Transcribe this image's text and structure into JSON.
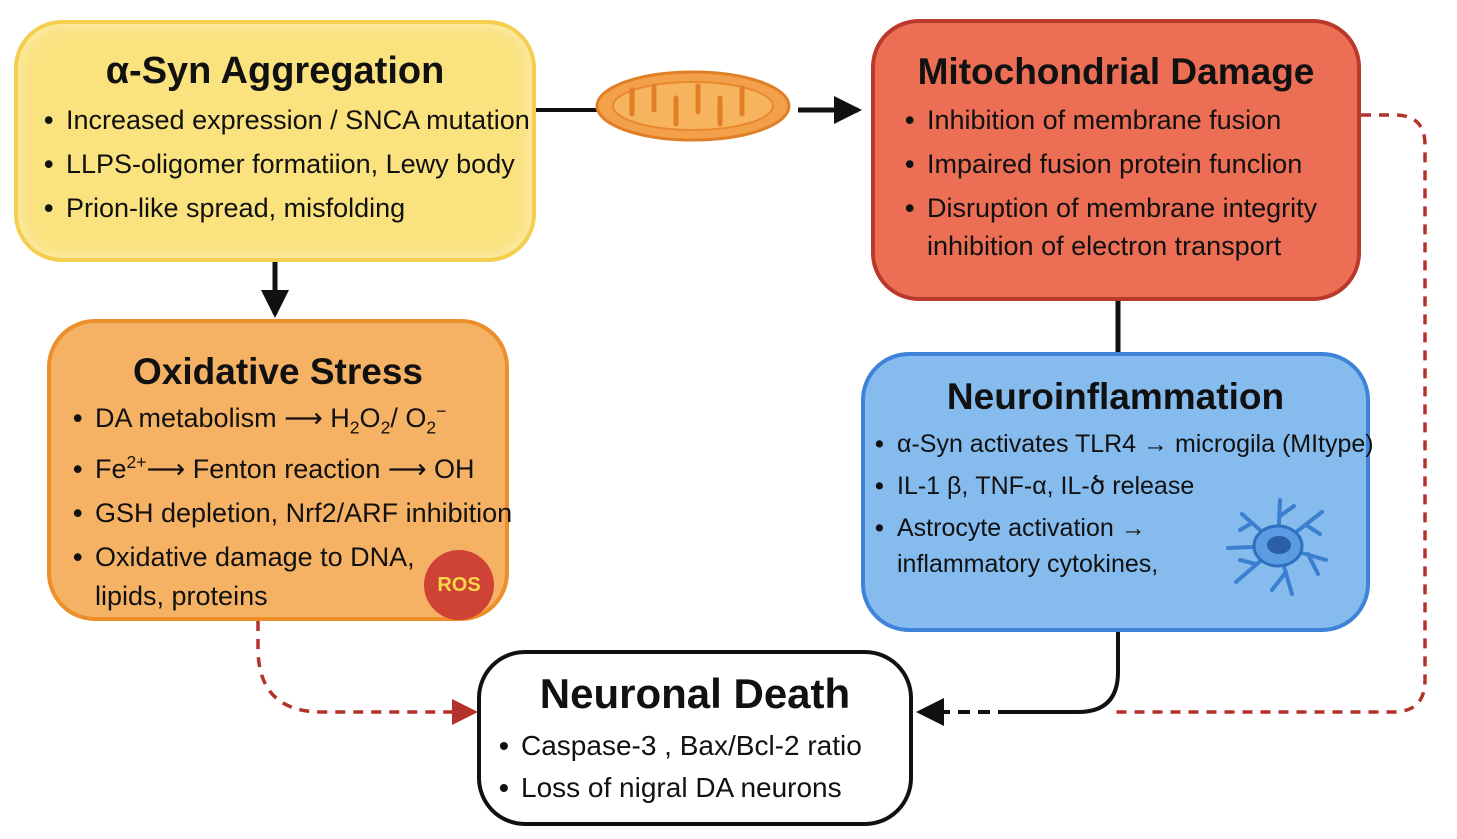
{
  "colors": {
    "syn_fill": "#fae27e",
    "syn_border": "#f3ce4f",
    "mito_fill": "#eb6e55",
    "mito_border": "#b9392a",
    "ox_fill": "#f6b264",
    "ox_border": "#ec8e2a",
    "neuro_fill": "#86bbee",
    "neuro_border": "#3f83d8",
    "death_fill": "#ffffff",
    "death_border": "#111111",
    "dashed_arrow": "#b3322b",
    "ros_fill": "#cf4337",
    "ros_text": "#f9d64a"
  },
  "icons": {
    "mitochondrion": "mitochondrion-icon",
    "microglia": "microglia-icon",
    "ros": "ros-badge"
  },
  "nodes": {
    "syn": {
      "title": "α-Syn Aggregation",
      "items": [
        "Increased expression / SNCA mutation",
        "LLPS-oligomer formatiion, Lewy body",
        "Prion-like spread, misfolding"
      ]
    },
    "mito": {
      "title": "Mitochondrial Damage",
      "items": [
        "Inhibition of membrane fusion",
        "Impaired fusion protein funclion",
        "Disruption of membrane integrity",
        "inhibition of electron transport"
      ]
    },
    "ox": {
      "title": "Oxidative Stress",
      "item1": {
        "pre": "DA metabolism ⟶ H",
        "s1": "2",
        "mid1": "O",
        "s2": "2",
        "mid2": "/ O",
        "s3": "2",
        "sup": "−"
      },
      "item2": {
        "pre": "Fe",
        "sup": "2+",
        "post": "⟶ Fenton reaction ⟶ OH"
      },
      "item3": "GSH depletion, Nrf2/ARF inhibition",
      "item4": "Oxidative damage to DNA,",
      "item4_cont": "lipids, proteins",
      "badge": "ROS"
    },
    "neuro": {
      "title": "Neuroinflammation",
      "items": [
        "α-Syn activates TLR4 → microgila (MItype)",
        "IL-1 β, TNF-α, IL-ծ release",
        "Astrocyte activation →",
        "inflammatory cytokines,"
      ]
    },
    "death": {
      "title": "Neuronal Death",
      "items": [
        "Caspase-3 , Bax/Bcl-2 ratio",
        "Loss of nigral DA neurons"
      ]
    }
  },
  "bullet": "•",
  "edges": [
    {
      "from": "syn",
      "to": "mito",
      "style": "solid"
    },
    {
      "from": "syn",
      "to": "ox",
      "style": "solid"
    },
    {
      "from": "mito",
      "to": "neuro",
      "style": "solid"
    },
    {
      "from": "neuro",
      "to": "death",
      "style": "dashed"
    },
    {
      "from": "ox",
      "to": "death",
      "style": "dashed"
    },
    {
      "from": "mito",
      "to": "death",
      "style": "dashed"
    }
  ]
}
